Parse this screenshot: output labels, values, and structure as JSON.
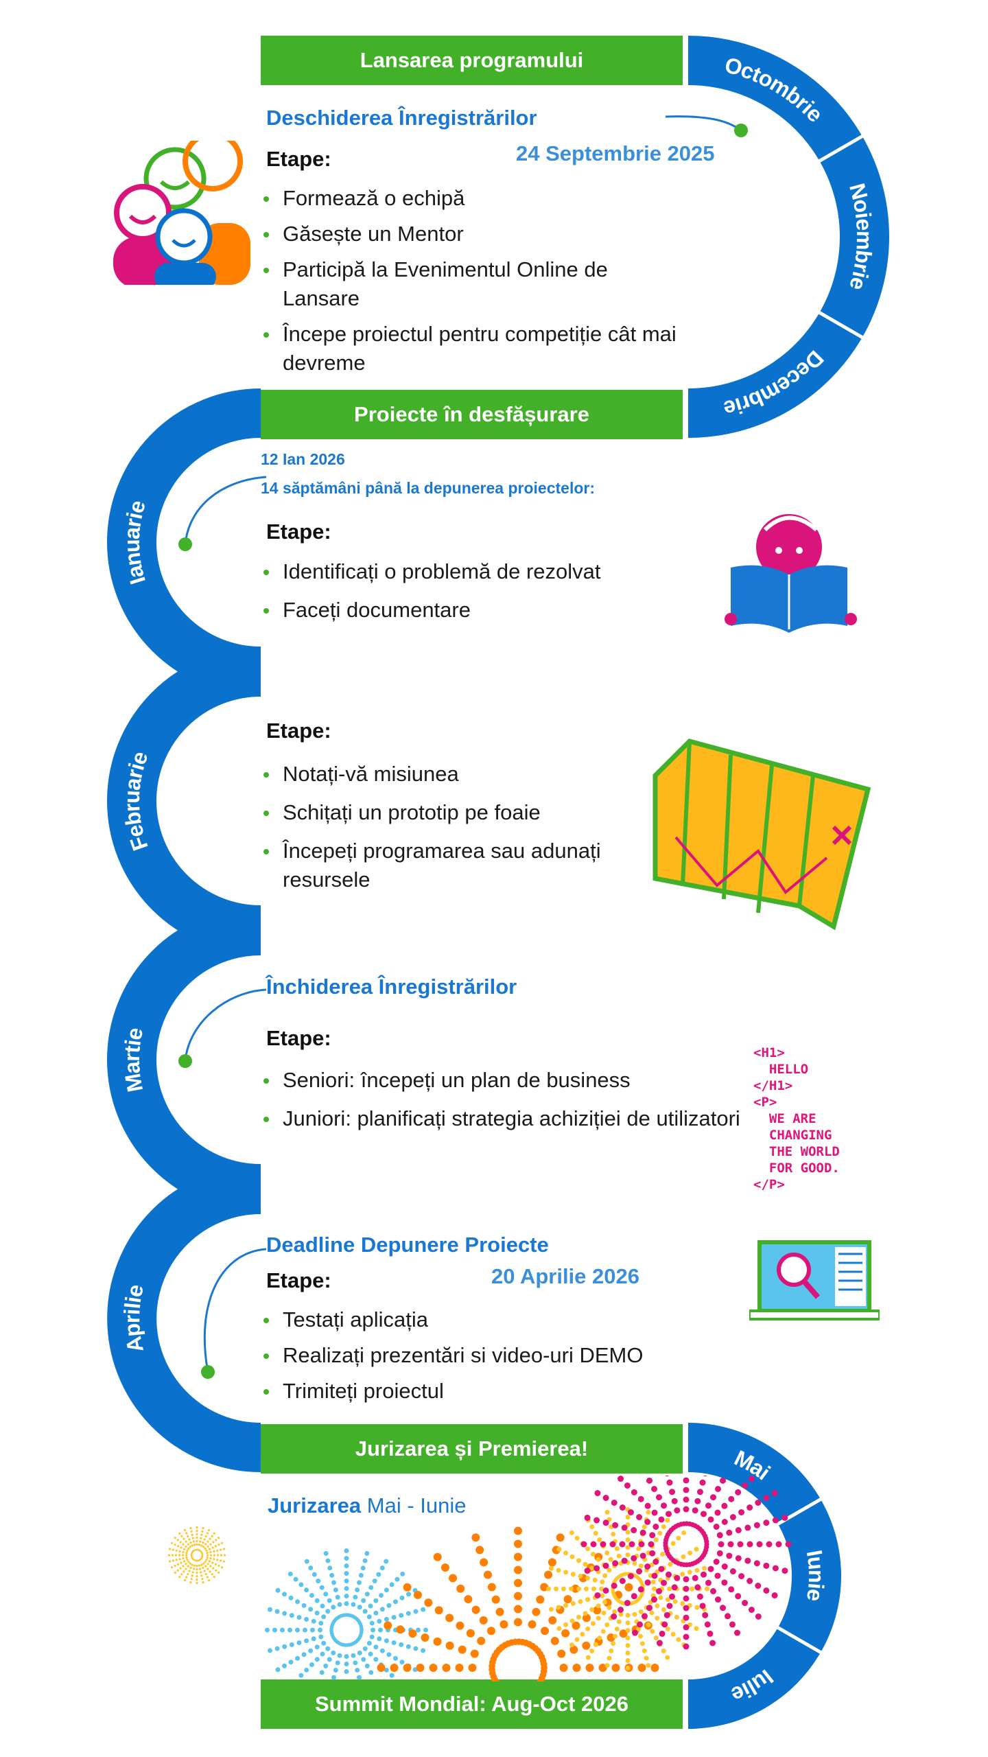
{
  "colors": {
    "track": "#0a72cc",
    "bar": "#43b02a",
    "heading": "#1a78d2",
    "accent_pink": "#e0157a",
    "orange": "#ff7f00",
    "yellow": "#ffc52a",
    "light_blue": "#5bc4ec"
  },
  "months": {
    "top_right": [
      "Octombrie",
      "Noiembrie",
      "Decembrie"
    ],
    "left": [
      "Ianuarie",
      "Februarie",
      "Martie",
      "Aprilie"
    ],
    "bottom_right": [
      "Mai",
      "Iunie",
      "Iulie"
    ]
  },
  "bars": {
    "launch": "Lansarea programului",
    "progress": "Proiecte în desfășurare",
    "judging": "Jurizarea și Premierea!",
    "summit": "Summit Mondial: Aug-Oct 2026"
  },
  "section1": {
    "title": "Deschiderea Înregistrărilor",
    "date": "24 Septembrie 2025",
    "etape_label": "Etape:",
    "steps": [
      "Formează o echipă",
      "Găsește un Mentor",
      "Participă la Evenimentul Online de Lansare",
      "Începe proiectul pentru competiție cât mai devreme"
    ]
  },
  "section2": {
    "date": "12 Ian 2026",
    "note": "14 săptămâni până la depunerea proiectelor:",
    "etape_label": "Etape:",
    "steps": [
      "Identificați o problemă de rezolvat",
      "Faceți documentare"
    ]
  },
  "section3": {
    "etape_label": "Etape:",
    "steps": [
      "Notați-vă misiunea",
      "Schițați un prototip pe foaie",
      "Începeți programarea sau adunați resursele"
    ]
  },
  "section4": {
    "title": "Închiderea Înregistrărilor",
    "etape_label": "Etape:",
    "steps": [
      "Seniori: începeți un plan de business",
      "Juniori: planificați strategia achiziției de utilizatori"
    ],
    "code": "<H1>\n  HELLO\n</H1>\n<P>\n  WE ARE\n  CHANGING\n  THE WORLD\n  FOR GOOD.\n</P>"
  },
  "section5": {
    "title": "Deadline Depunere Proiecte",
    "date": "20 Aprilie 2026",
    "etape_label": "Etape:",
    "steps": [
      "Testați aplicația",
      "Realizați prezentări si video-uri DEMO",
      "Trimiteți proiectul"
    ]
  },
  "section6": {
    "title_bold": "Jurizarea",
    "title_rest": "Mai - Iunie"
  }
}
